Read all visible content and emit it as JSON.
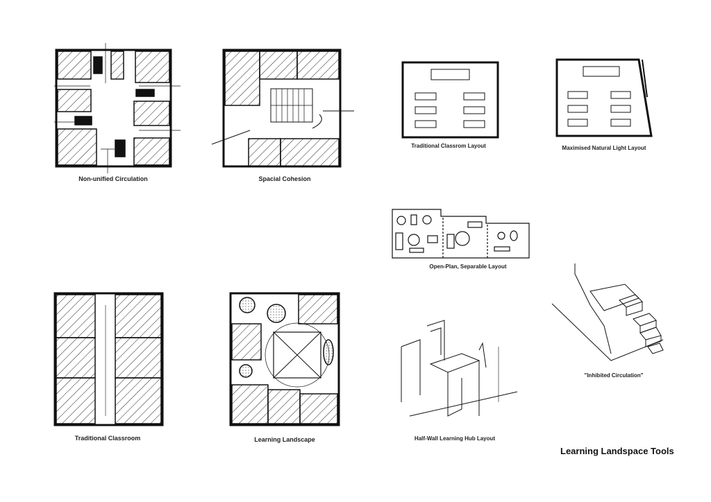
{
  "labels": {
    "non_unified": "Non-unified Circulation",
    "spacial": "Spacial Cohesion",
    "trad_layout": "Traditional Classrom Layout",
    "max_light": "Maximised Natural Light Layout",
    "open_plan": "Open-Plan, Separable Layout",
    "trad_classroom": "Traditional Classroom",
    "learning_landscape": "Learning Landscape",
    "half_wall": "Half-Wall Learning Hub Layout",
    "inhibited": "\"Inhibited Circulation\""
  },
  "title": "Learning Landspace Tools",
  "colors": {
    "ink": "#111111",
    "background": "#ffffff"
  }
}
